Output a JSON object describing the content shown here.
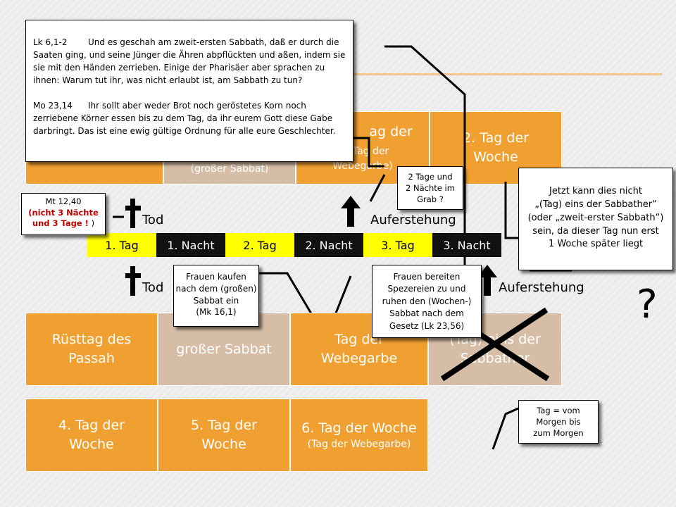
{
  "quote": {
    "lk_ref": "Lk 6,1-2",
    "lk_text": "Und es geschah am zweit-ersten Sabbath, daß er durch die Saaten ging, und seine Jünger die Ähren abpflückten und aßen, indem sie sie mit den Händen zerrieben. Einige der Pharisäer aber sprachen zu ihnen: Warum tut ihr, was nicht erlaubt ist, am Sabbath zu tun?",
    "mo_ref": "Mo 23,14",
    "mo_text": "Ihr sollt aber weder Brot noch geröstetes Korn noch zerriebene Körner essen bis zu dem Tag, da ihr eurem Gott diese Gabe darbringt. Das ist eine ewig gültige Ordnung für alle eure Geschlechter."
  },
  "top_row": {
    "box2_sub": "(großer Sabbat)",
    "box3_title_1": "ag der",
    "box3_title_2": "e",
    "box3_sub_1": "(Tag der",
    "box3_sub_2": "Webegarbe)",
    "box4_title_1": "2. Tag der",
    "box4_title_2": "Woche"
  },
  "timeline": {
    "cells": [
      "1. Tag",
      "1. Nacht",
      "2. Tag",
      "2. Nacht",
      "3. Tag",
      "3. Nacht"
    ],
    "tod_top": "Tod",
    "auferstehung_top": "Auferstehung",
    "tod_bottom": "Tod",
    "auferstehung_bottom": "Auferstehung"
  },
  "middle_row": {
    "box1_1": "Rüsttag des",
    "box1_2": "Passah",
    "box2": "großer Sabbat",
    "box3_1": "Tag der",
    "box3_2": "Webegarbe",
    "box4_1": "(Tag) eins der",
    "box4_2": "Sabbather"
  },
  "bottom_row": {
    "box1_1": "4. Tag der",
    "box1_2": "Woche",
    "box2_1": "5. Tag der",
    "box2_2": "Woche",
    "box3_title": "6. Tag der Woche",
    "box3_sub": "(Tag der Webegarbe)"
  },
  "notes": {
    "mt_ref": "Mt 12,40",
    "mt_red": "(nicht 3 Nächte und 3 Tage !",
    "mt_close": " )",
    "grab_1": "2 Tage und",
    "grab_2": "2 Nächte im",
    "grab_3": "Grab ?",
    "jetzt_1": "Jetzt kann dies nicht",
    "jetzt_2": "„(Tag) eins der Sabbather“",
    "jetzt_3": "(oder „zweit-erster Sabbath“)",
    "jetzt_4": "sein, da dieser Tag nun erst",
    "jetzt_5": "1 Woche später liegt",
    "frauen_kaufen_1": "Frauen kaufen",
    "frauen_kaufen_2": "nach dem (großen)",
    "frauen_kaufen_3": "Sabbat ein",
    "frauen_kaufen_4": "(Mk 16,1)",
    "frauen_bereiten_1": "Frauen bereiten",
    "frauen_bereiten_2": "Spezereien zu und",
    "frauen_bereiten_3": "ruhen den (Wochen-)",
    "frauen_bereiten_4": "Sabbat nach dem",
    "frauen_bereiten_5": "Gesetz  (Lk 23,56)",
    "tag_1": "Tag = vom",
    "tag_2": "Morgen bis",
    "tag_3": "zum Morgen"
  },
  "question_mark": "?",
  "colors": {
    "orange": "#f0a030",
    "tan": "#d6bea6",
    "yellow": "#ffff00",
    "night": "#111111",
    "red": "#c00000"
  }
}
